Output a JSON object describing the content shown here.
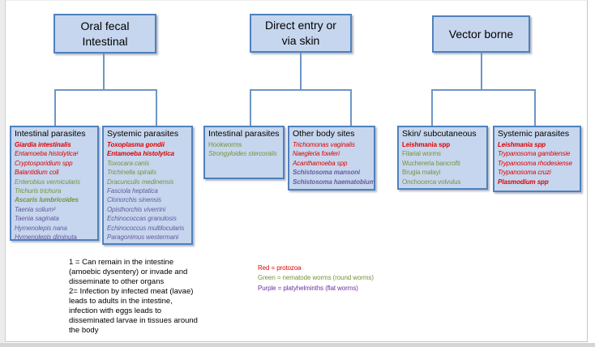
{
  "top_nodes": [
    {
      "lines": [
        "Oral fecal",
        "Intestinal"
      ]
    },
    {
      "lines": [
        "Direct entry or",
        "via skin"
      ]
    },
    {
      "lines": [
        "Vector borne"
      ]
    }
  ],
  "child_boxes": [
    {
      "title": "Intestinal parasites",
      "items": [
        {
          "text": "Giardia intestinalis",
          "color": "red",
          "bold": true,
          "italic": true
        },
        {
          "text": "Entamoeba histolytica¹",
          "color": "red",
          "italic": true
        },
        {
          "text": "Cryptosporidium spp",
          "color": "red",
          "italic": true
        },
        {
          "text": "Balantidium coli",
          "color": "red",
          "italic": true
        },
        {
          "text": "Enterobius vermicularis",
          "color": "green",
          "italic": true
        },
        {
          "text": "Trichuris trichura",
          "color": "green",
          "italic": true
        },
        {
          "text": "Ascaris lumbricoides",
          "color": "green",
          "bold": true,
          "italic": true
        },
        {
          "text": "Taenia solium²",
          "color": "purple",
          "italic": true
        },
        {
          "text": "Taenia saginata",
          "color": "purple",
          "italic": true
        },
        {
          "text": "Hymenolepis nana",
          "color": "purple",
          "italic": true
        },
        {
          "text": "Hymenolepis diminuta",
          "color": "purple",
          "italic": true
        }
      ]
    },
    {
      "title": "Systemic parasites",
      "items": [
        {
          "text": "Toxoplasma gondii",
          "color": "red",
          "bold": true,
          "italic": true
        },
        {
          "text": "Entamoeba histolytica",
          "color": "red",
          "bold": true,
          "italic": true
        },
        {
          "text": "Toxocara canis",
          "color": "green",
          "italic": true
        },
        {
          "text": "Trichinella spiralis",
          "color": "green",
          "italic": true
        },
        {
          "text": "Dracunculis medinensis",
          "color": "green",
          "italic": true
        },
        {
          "text": "Fasciola heptatica",
          "color": "purple",
          "italic": true
        },
        {
          "text": "Clonorchis sinensis",
          "color": "purple",
          "italic": true
        },
        {
          "text": "Opisthorchis viverrini",
          "color": "purple",
          "italic": true
        },
        {
          "text": "Echinococcas granulosis",
          "color": "purple",
          "italic": true
        },
        {
          "text": "Echinococcus multilocularis",
          "color": "purple",
          "italic": true
        },
        {
          "text": "Paragonimus westermani",
          "color": "purple",
          "italic": true
        }
      ]
    },
    {
      "title": "Intestinal parasites",
      "items": [
        {
          "text": "Hookworms",
          "color": "green"
        },
        {
          "text": "Strongyloides stercoralis",
          "color": "green",
          "italic": true
        }
      ]
    },
    {
      "title": "Other body sites",
      "items": [
        {
          "text": "Trichomonas vaginalis",
          "color": "red",
          "italic": true
        },
        {
          "text": "Naegleria fowleri",
          "color": "red",
          "italic": true
        },
        {
          "text": "Acanthamoeba spp",
          "color": "red",
          "italic": true
        },
        {
          "text": "Schistosoma mansoni",
          "color": "purple",
          "bold": true,
          "italic": true
        },
        {
          "text": "Schistosoma haematobium",
          "color": "purple",
          "bold": true,
          "italic": true
        }
      ]
    },
    {
      "title": "Skin/ subcutaneous",
      "items": [
        {
          "text": "Leishmania spp",
          "color": "red",
          "bold": true
        },
        {
          "text": "Filarial worms",
          "color": "green"
        },
        {
          "text": "Wuchereria bancrofti",
          "color": "green"
        },
        {
          "text": "Brugia malayi",
          "color": "green"
        },
        {
          "text": "Onchocerca volvulus",
          "color": "green"
        }
      ]
    },
    {
      "title": "Systemic parasites",
      "items": [
        {
          "text": "Leishmania spp",
          "color": "red",
          "bold": true,
          "italic": true
        },
        {
          "text": "Trypanosoma gambiensie",
          "color": "red",
          "italic": true
        },
        {
          "text": "Trypanosoma rhodesiense",
          "color": "red",
          "italic": true
        },
        {
          "text": "Trypanosoma cruzi",
          "color": "red",
          "italic": true
        },
        {
          "text": "Plasmodium spp",
          "color": "red",
          "bold": true,
          "italic": true
        }
      ]
    }
  ],
  "notes": {
    "lines": [
      "1 = Can remain in the intestine",
      "(amoebic dysentery) or invade and",
      "disseminate to other organs",
      "2= Infection by infected meat (lavae)",
      "leads to adults in the intestine,",
      "infection with eggs leads to",
      "disseminated larvae in tissues around",
      "the body"
    ]
  },
  "legend": {
    "items": [
      {
        "text": "Red = protozoa",
        "color": "red"
      },
      {
        "text": "Green = nematode worms (round worms)",
        "color": "green"
      },
      {
        "text": "Purple = platyhelminths (flat worms)",
        "color": "purpleB"
      }
    ]
  },
  "colors": {
    "box_fill": "#c6d6ee",
    "box_border": "#4f81bd",
    "connector": "#6d96c5",
    "red": "#e00000",
    "green": "#77933c",
    "purple": "#655a9e",
    "legend_purple": "#7030a0"
  }
}
